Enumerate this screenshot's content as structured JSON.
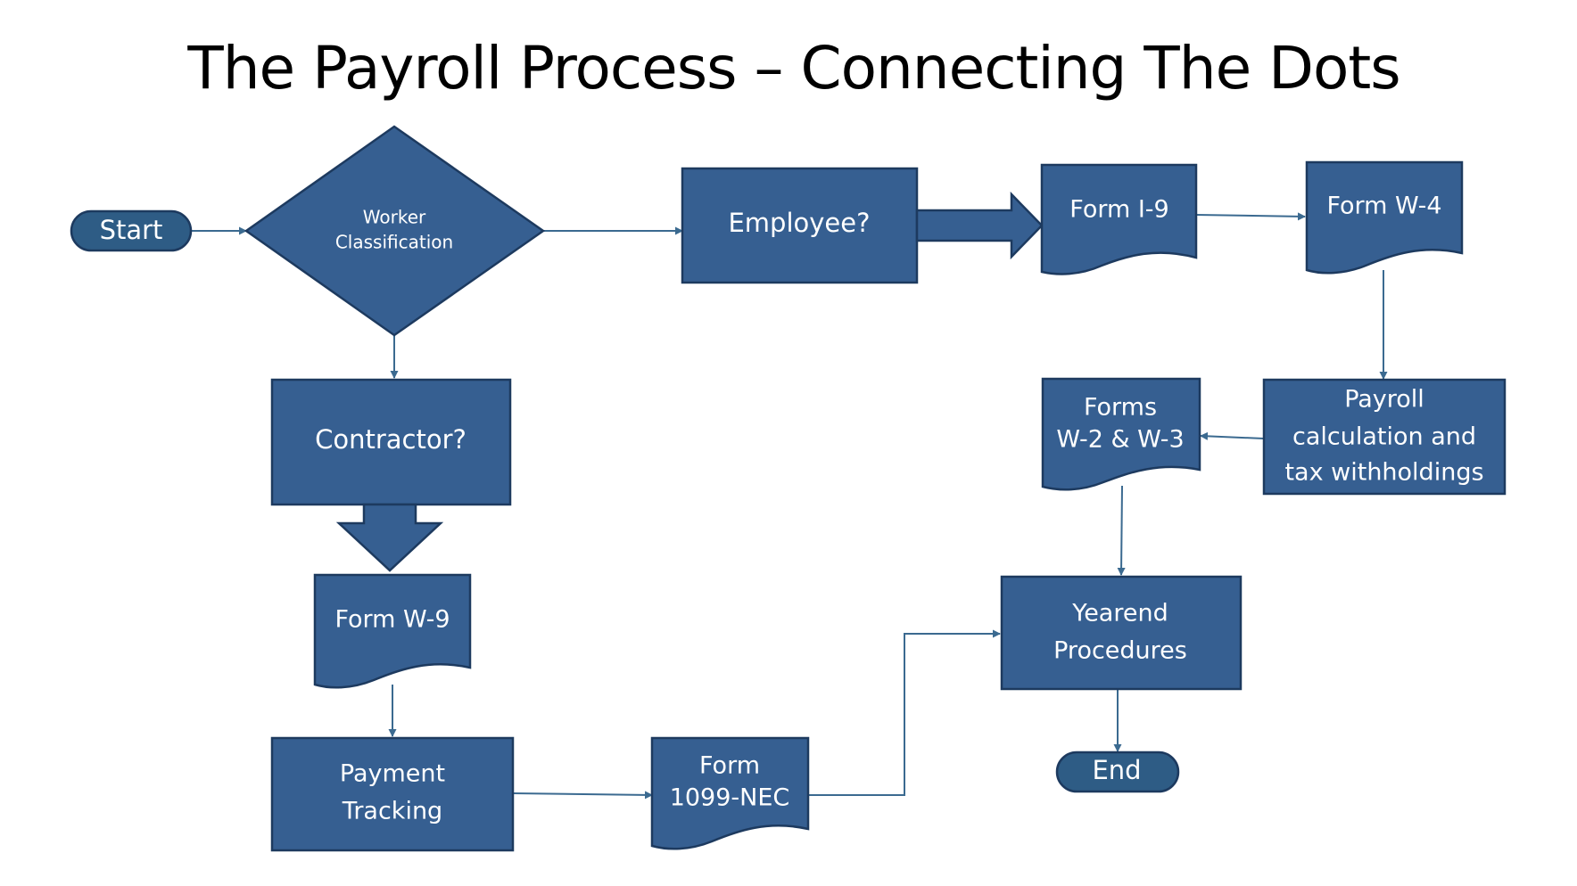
{
  "title": "The Payroll Process – Connecting The Dots",
  "colors": {
    "node_fill": "#365f91",
    "node_border": "#1d3a5f",
    "connector": "#3b6a90",
    "terminal_fill": "#2e5c85",
    "title_text": "#000000",
    "label_text": "#ffffff"
  },
  "nodes": {
    "start": {
      "label": "Start",
      "shape": "terminal"
    },
    "worker_classification": {
      "lines": [
        "Worker",
        "Classification"
      ],
      "shape": "decision"
    },
    "employee": {
      "label": "Employee?",
      "shape": "process"
    },
    "form_i9": {
      "label": "Form I-9",
      "shape": "document"
    },
    "form_w4": {
      "label": "Form W-4",
      "shape": "document"
    },
    "payroll_calc": {
      "lines": [
        "Payroll",
        "calculation and",
        "tax withholdings"
      ],
      "shape": "process"
    },
    "forms_w2_w3": {
      "lines": [
        "Forms",
        "W-2 & W-3"
      ],
      "shape": "document"
    },
    "yearend": {
      "lines": [
        "Yearend",
        "Procedures"
      ],
      "shape": "process"
    },
    "end": {
      "label": "End",
      "shape": "terminal"
    },
    "contractor": {
      "label": "Contractor?",
      "shape": "process"
    },
    "form_w9": {
      "label": "Form W-9",
      "shape": "document"
    },
    "payment_tracking": {
      "lines": [
        "Payment",
        "Tracking"
      ],
      "shape": "process"
    },
    "form_1099": {
      "lines": [
        "Form",
        "1099-NEC"
      ],
      "shape": "document"
    }
  },
  "edges": [
    {
      "from": "start",
      "to": "worker_classification",
      "style": "line"
    },
    {
      "from": "worker_classification",
      "to": "employee",
      "style": "line"
    },
    {
      "from": "worker_classification",
      "to": "contractor",
      "style": "line"
    },
    {
      "from": "employee",
      "to": "form_i9",
      "style": "block-arrow"
    },
    {
      "from": "form_i9",
      "to": "form_w4",
      "style": "line"
    },
    {
      "from": "form_w4",
      "to": "payroll_calc",
      "style": "line"
    },
    {
      "from": "payroll_calc",
      "to": "forms_w2_w3",
      "style": "line"
    },
    {
      "from": "forms_w2_w3",
      "to": "yearend",
      "style": "line"
    },
    {
      "from": "yearend",
      "to": "end",
      "style": "line"
    },
    {
      "from": "contractor",
      "to": "form_w9",
      "style": "block-arrow"
    },
    {
      "from": "form_w9",
      "to": "payment_tracking",
      "style": "line"
    },
    {
      "from": "payment_tracking",
      "to": "form_1099",
      "style": "line"
    },
    {
      "from": "form_1099",
      "to": "yearend",
      "style": "elbow"
    }
  ]
}
